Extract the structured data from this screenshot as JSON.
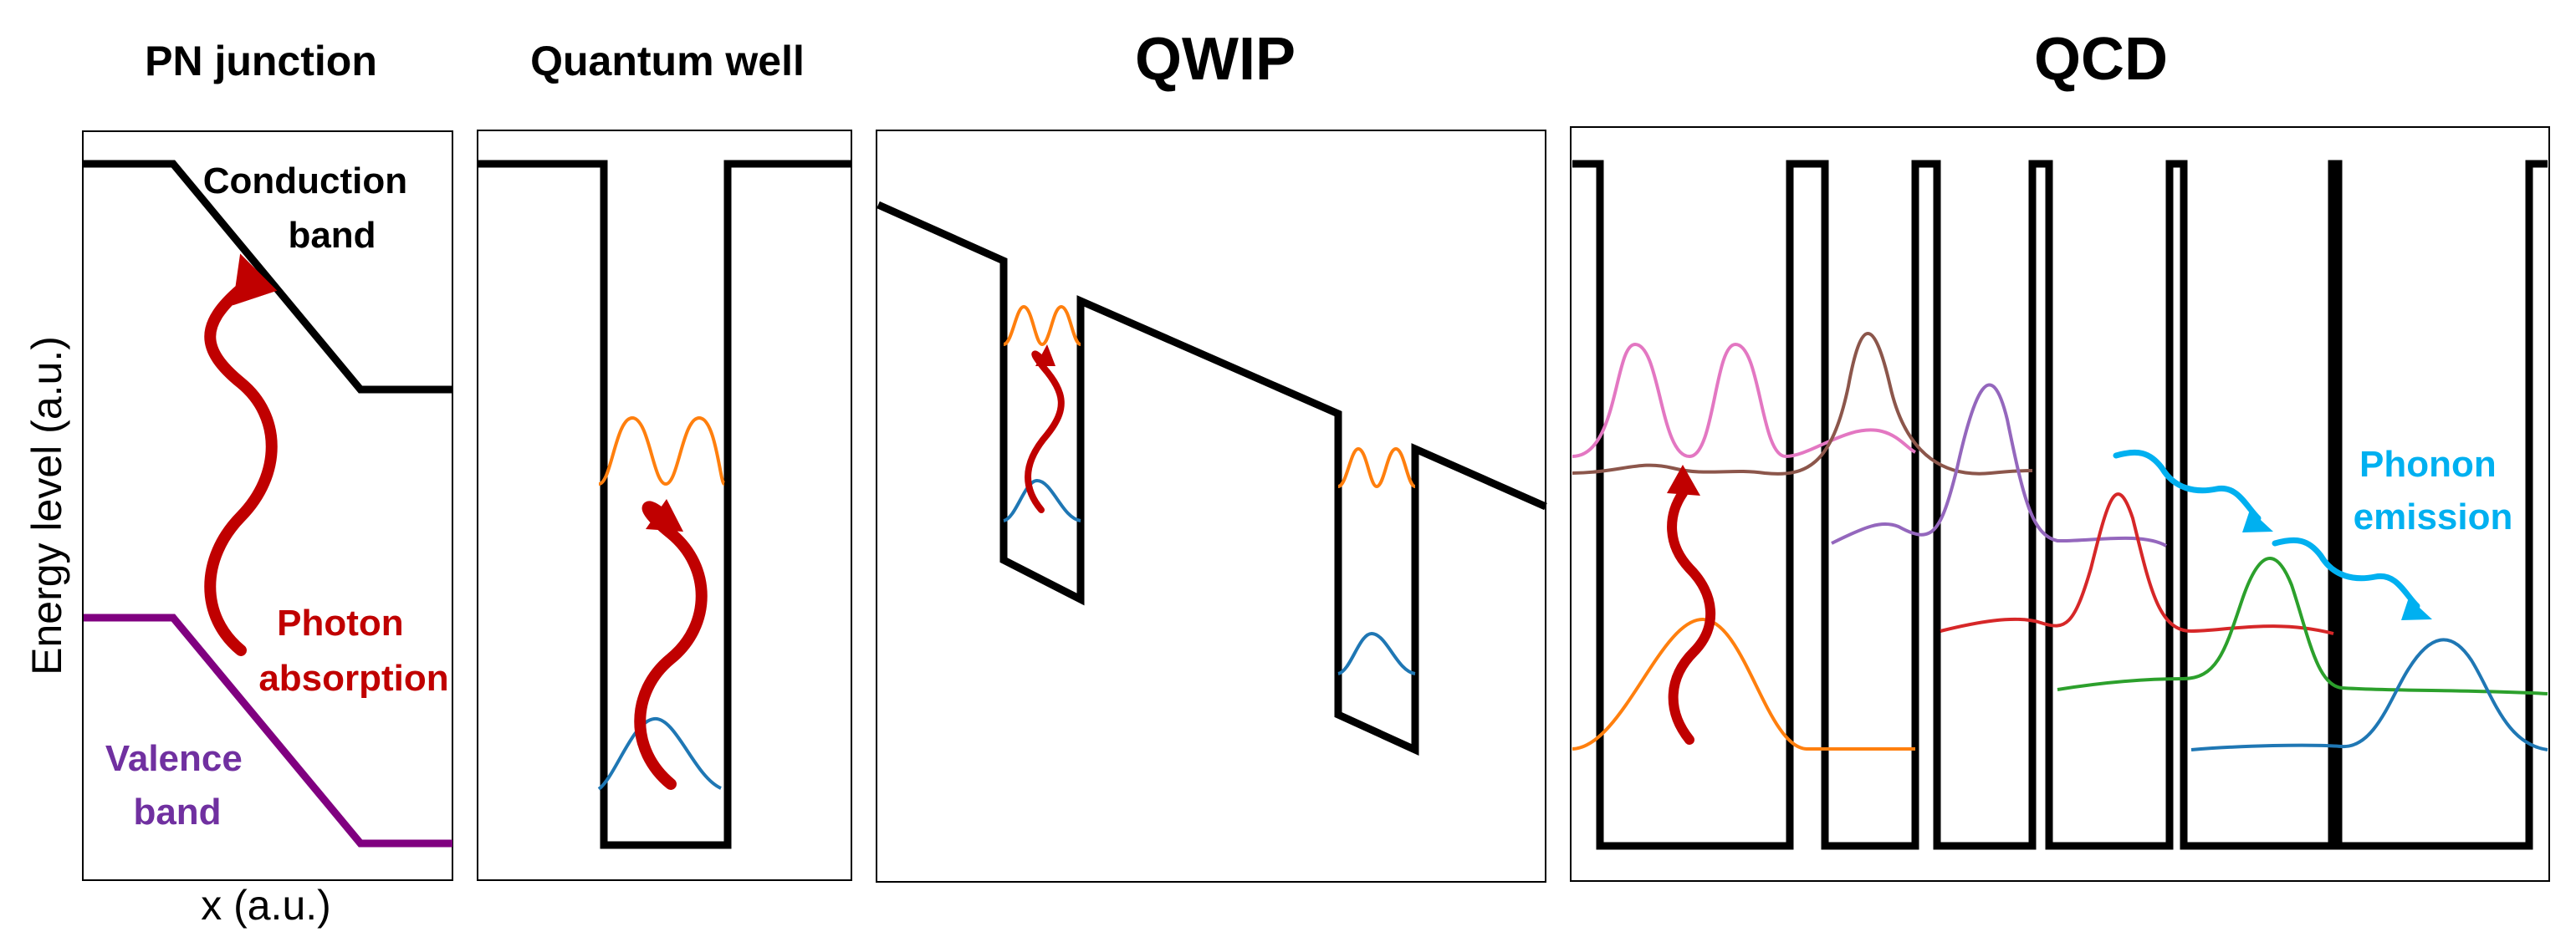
{
  "panels": [
    {
      "title": "PN junction"
    },
    {
      "title": "Quantum well"
    },
    {
      "title": "QWIP"
    },
    {
      "title": "QCD"
    }
  ],
  "axes": {
    "y_label": "Energy level (a.u.)",
    "x_label": "x (a.u.)"
  },
  "annotations": {
    "conduction_band": [
      "Conduction",
      "band"
    ],
    "valence_band": [
      "Valence",
      "band"
    ],
    "photon_absorption": [
      "Photon",
      "absorption"
    ],
    "phonon_emission": [
      "Phonon",
      "emission"
    ]
  },
  "colors": {
    "band_edge": "#000000",
    "valence_band": "#800080",
    "photon": "#c00000",
    "phonon": "#00b0f0",
    "valence_label": "#7030a0",
    "state_orange": "#ff7f0e",
    "state_blue": "#1f77b4",
    "state_pink": "#e377c2",
    "state_brown": "#8c564b",
    "state_purple": "#9467bd",
    "state_red": "#d62728",
    "state_green": "#2ca02c"
  }
}
